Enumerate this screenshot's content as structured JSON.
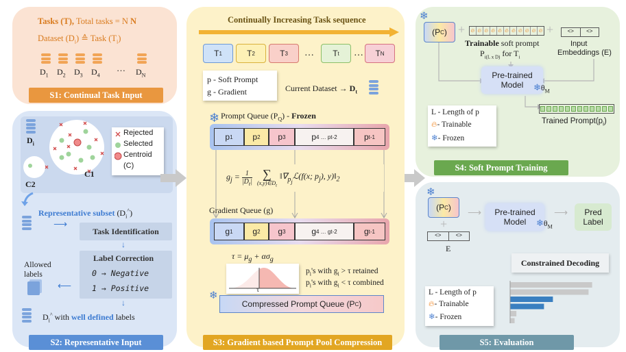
{
  "colors": {
    "s1_bg": "#fbe3d3",
    "s1_title": "#e9973f",
    "s2_bg": "#dbe6f6",
    "s2_title": "#5a8fd6",
    "s3_bg": "#fdf2c9",
    "s3_title": "#e2a622",
    "s4_bg": "#e7f1dd",
    "s4_title": "#6aa84f",
    "s5_bg": "#e4ecef",
    "s5_title": "#6f98a8",
    "task_seq_arrow": "#f2b233"
  },
  "s1": {
    "title": "S1: Continual Task Input",
    "line1_a": "Tasks (T),",
    "line1_b": " Total tasks = N",
    "line2": "Dataset (D",
    "line2_sub": "i",
    "line2_c": ") ≙ Task (T",
    "line2_sub2": "i",
    "line2_d": ")",
    "datasets": [
      "D1",
      "D2",
      "D3",
      "D4",
      "…",
      "DN"
    ],
    "ds_main": [
      "D",
      "D",
      "D",
      "D",
      "",
      "D"
    ],
    "ds_sub": [
      "1",
      "2",
      "3",
      "4",
      "",
      "N"
    ]
  },
  "s2": {
    "title": "S2: Representative Input",
    "di_label": "D",
    "di_sub": "i",
    "c1": "C1",
    "c2": "C2",
    "legend": [
      "Rejected",
      "Selected",
      "Centroid",
      "(C)"
    ],
    "rep_subset": "Representative subset",
    "rep_subset_sym": " (D",
    "rep_subset_sub": "i",
    "rep_subset_hat": "^",
    "rep_subset_end": ")",
    "task_id": "Task Identification",
    "label_corr": "Label Correction",
    "map0": "0 → Negative",
    "map1": "1 → Positive",
    "allowed": [
      "Allowed",
      "labels"
    ],
    "final_a": "D",
    "final_sub": "i",
    "final_hat": "^",
    "final_b": " with ",
    "final_c": "well defined",
    "final_d": " labels"
  },
  "s3": {
    "title": "S3: Gradient based Prompt Pool Compression",
    "header": "Continually Increasing Task sequence",
    "tasks": [
      {
        "m": "T",
        "s": "1",
        "color": "#cfe2f8",
        "border": "#6c98d6"
      },
      {
        "m": "T",
        "s": "2",
        "color": "#fdf1b6",
        "border": "#d9b13b"
      },
      {
        "m": "T",
        "s": "3",
        "color": "#f9d0c9",
        "border": "#d67a6c"
      },
      {
        "m": "…",
        "s": "",
        "color": "none",
        "border": "none"
      },
      {
        "m": "T",
        "s": "t",
        "color": "#e5f2d7",
        "border": "#8cbf66"
      },
      {
        "m": "…",
        "s": "",
        "color": "none",
        "border": "none"
      },
      {
        "m": "T",
        "s": "N",
        "color": "#f7d0d6",
        "border": "#d6707e"
      }
    ],
    "def_p": "p - Soft Prompt",
    "def_g": "g - Gradient",
    "current_ds": "Current Dataset →",
    "current_ds_m": "D",
    "current_ds_s": "t",
    "pq_label_a": "Prompt Queue (P",
    "pq_label_s": "Q",
    "pq_label_b": ") - ",
    "pq_label_c": "Frozen",
    "pq": [
      {
        "m": "p",
        "s": "1",
        "color": "#c9d8f4"
      },
      {
        "m": "p",
        "s": "2",
        "color": "#fbeaa6"
      },
      {
        "m": "p",
        "s": "3",
        "color": "#f6c5cc"
      },
      {
        "m": "p",
        "s": "4 … p",
        "s2": "t-2",
        "color": "#f7f2f0"
      },
      {
        "m": "p",
        "s": "t-1",
        "color": "#f6c5c3"
      }
    ],
    "formula": "g_j = (1/|D_t|) Σ_(x,y)∈D_t ‖∇_p_j L(f(x; p_j), y)‖_2",
    "gq_label": "Gradient Queue (g)",
    "gq": [
      {
        "m": "g",
        "s": "1",
        "color": "#c9d8f4"
      },
      {
        "m": "g",
        "s": "2",
        "color": "#fbeaa6"
      },
      {
        "m": "g",
        "s": "3",
        "color": "#f6c5cc"
      },
      {
        "m": "g",
        "s": "4 … g",
        "s2": "t-2",
        "color": "#f7f2f0"
      },
      {
        "m": "g",
        "s": "t-1",
        "color": "#f6c5c3"
      }
    ],
    "tau_formula": "τ = μg + ασg",
    "tau": "τ",
    "retain_a": "p",
    "retain_b": "'s with g",
    "retain_c": " > τ retained",
    "combine_c": " < τ combined",
    "i": "i",
    "cpq_a": "Compressed Prompt Queue (P",
    "cpq_s": "C",
    "cpq_b": ")"
  },
  "s4": {
    "title": "S4: Soft Prompt Training",
    "pc_a": "(P",
    "pc_s": "C",
    "pc_b": ")",
    "trainable_a": "Trainable",
    "trainable_b": " soft prompt",
    "trainable_c": "P",
    "trainable_c_sub": "i(L x D)",
    "trainable_d": " for T",
    "trainable_d_sub": "i",
    "input_emb": [
      "Input",
      "Embeddings (E)"
    ],
    "emb_cells": [
      "<>",
      "<>"
    ],
    "model": [
      "Pre-trained",
      "Model"
    ],
    "theta_m": "θ",
    "theta_s": "M",
    "legend_l": "L - Length of p",
    "legend_train": "- Trainable",
    "legend_frozen": "- Frozen",
    "trained_a": "Trained Prompt(p",
    "trained_s": "i",
    "trained_b": ")"
  },
  "s5": {
    "title": "S5: Evaluation",
    "pc_a": "(P",
    "pc_s": "C",
    "pc_b": ")",
    "e_label": "E",
    "emb_cells": [
      "<>",
      "<>"
    ],
    "model": [
      "Pre-trained",
      "Model"
    ],
    "theta_m": "θ",
    "theta_s": "M",
    "pred": [
      "Pred",
      "Label"
    ],
    "constrained": "Constrained Decoding",
    "legend_l": "L - Length of p",
    "legend_train": "- Trainable",
    "legend_frozen": "- Frozen",
    "bars": [
      {
        "v": 0.92,
        "c": "#c9c9c9"
      },
      {
        "v": 0.88,
        "c": "#c9c9c9"
      },
      {
        "v": 0.48,
        "c": "#3a7fc0"
      },
      {
        "v": 0.38,
        "c": "#3a7fc0"
      },
      {
        "v": 0.07,
        "c": "#c9c9c9"
      },
      {
        "v": 0.05,
        "c": "#c9c9c9"
      }
    ]
  }
}
